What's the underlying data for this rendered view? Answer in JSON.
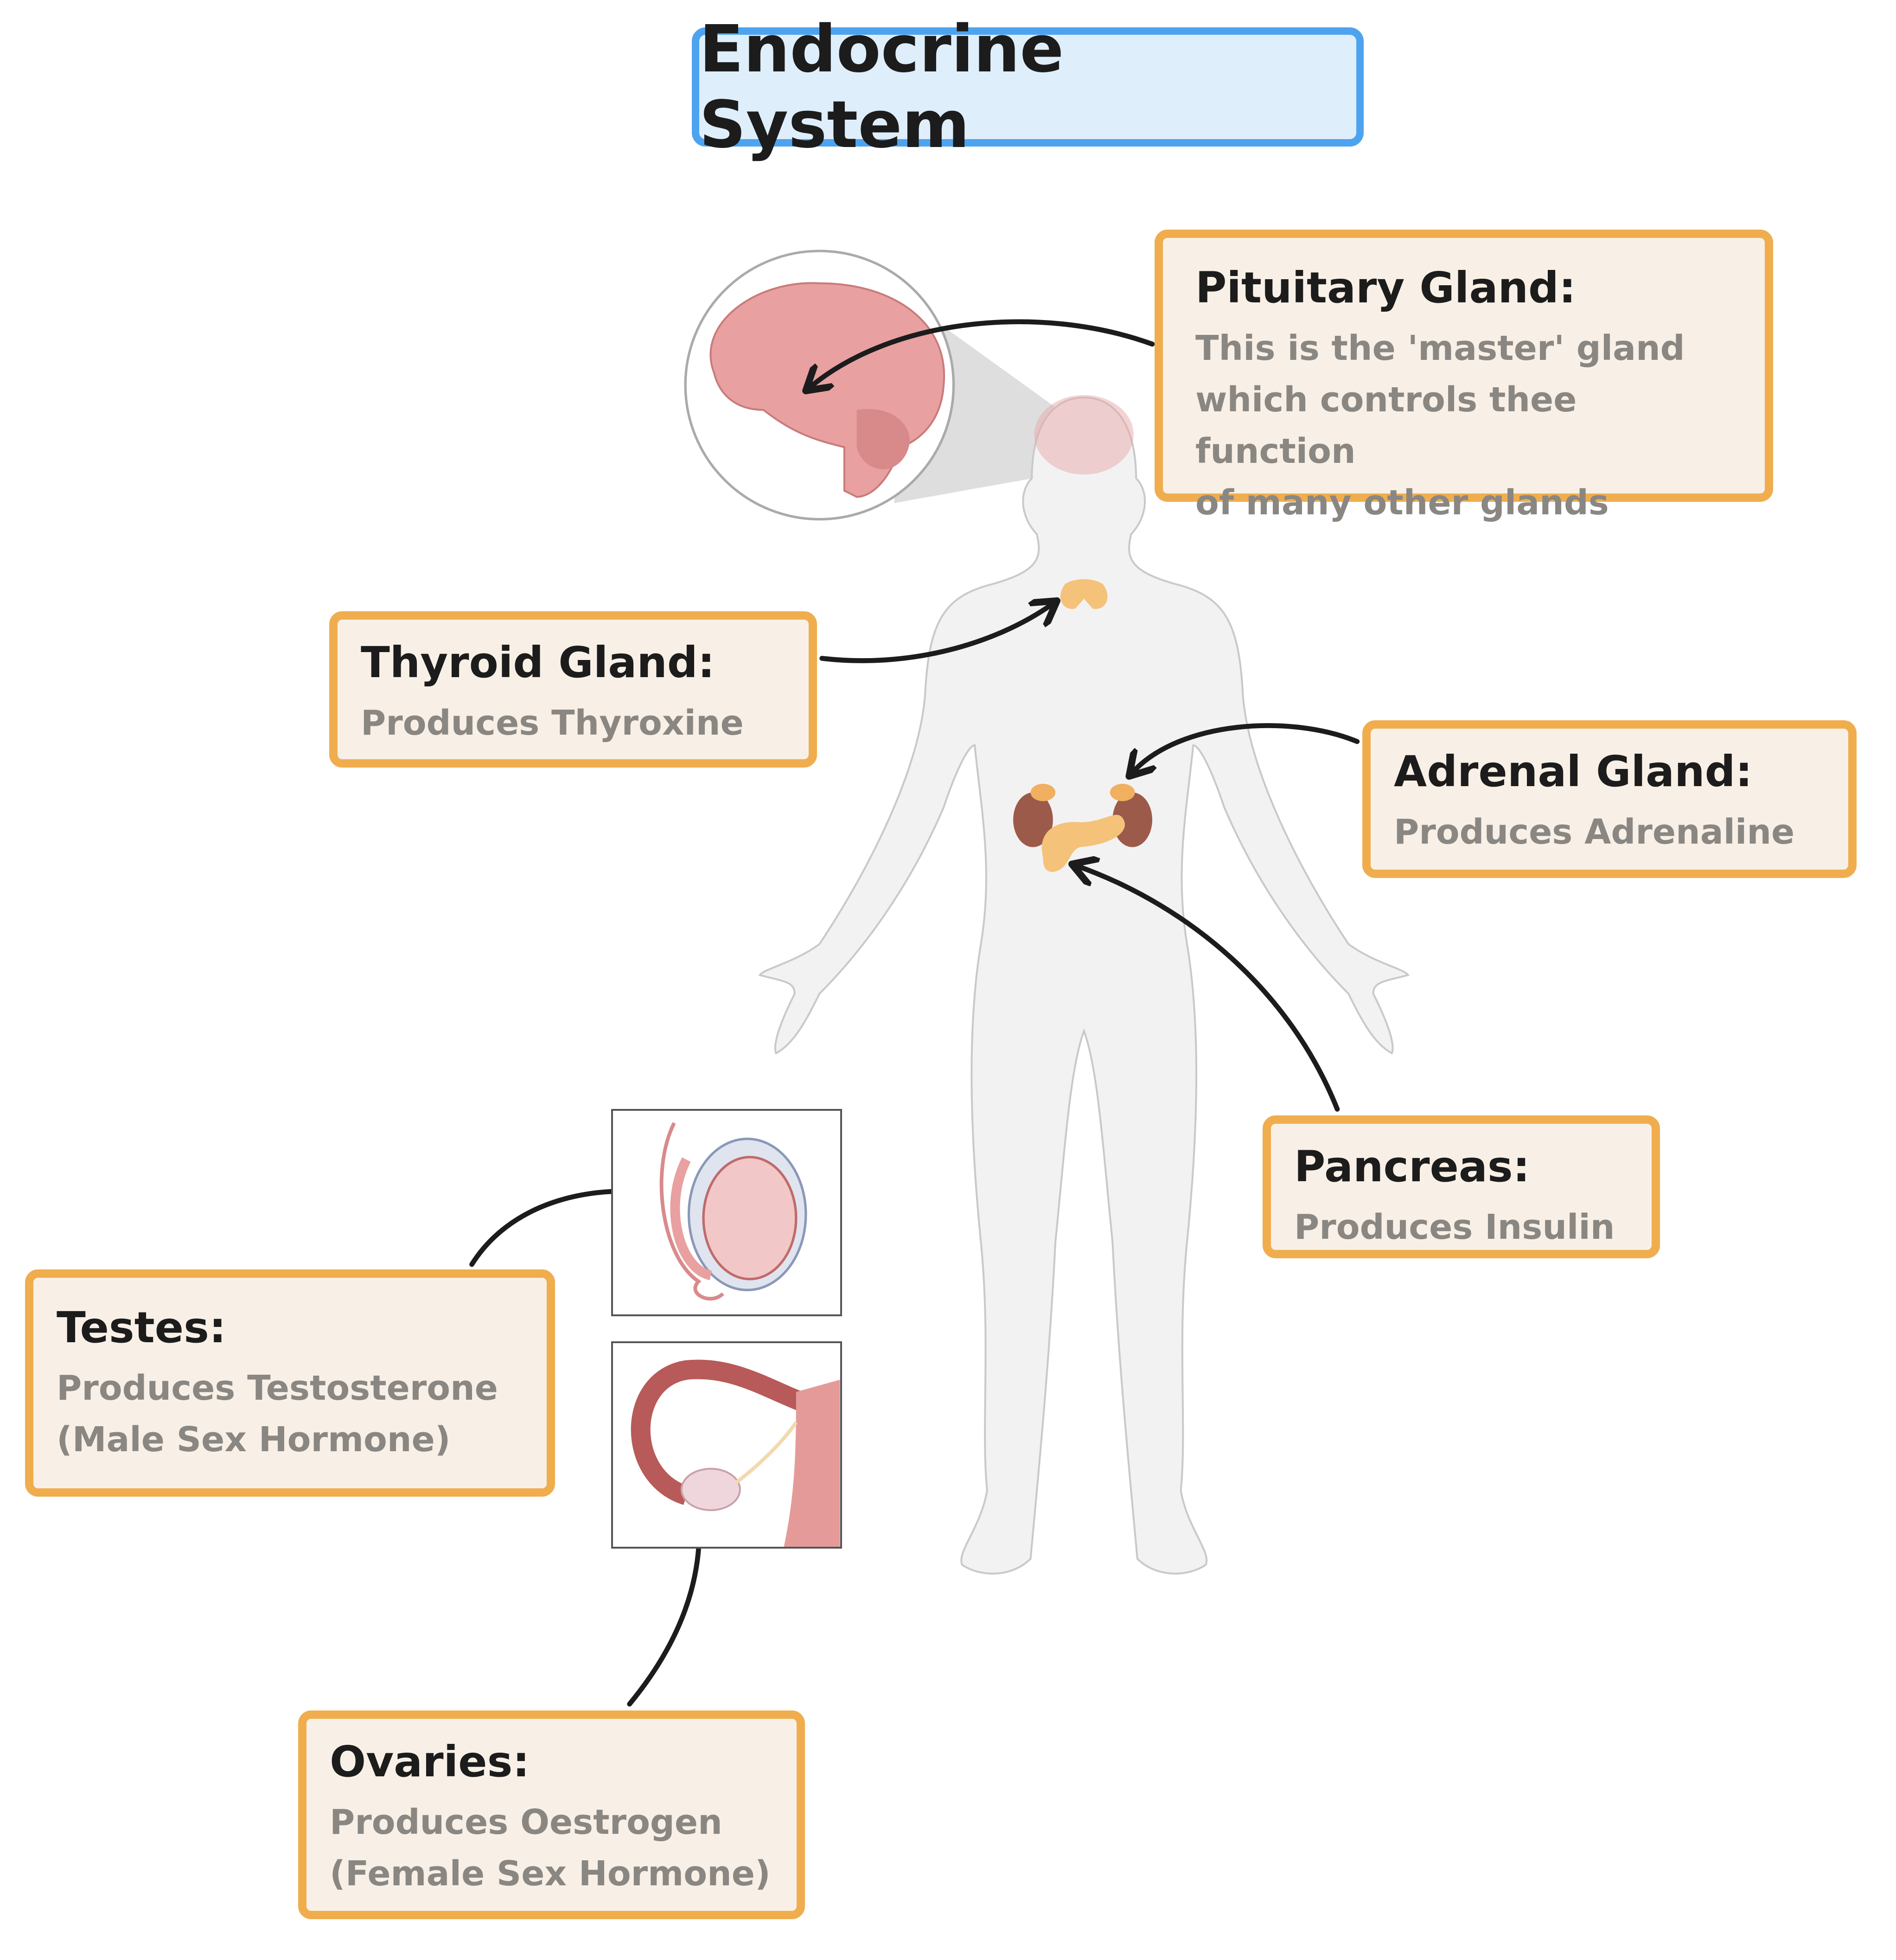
{
  "title": "Endocrine System",
  "glands": {
    "pituitary": {
      "heading": "Pituitary Gland:",
      "lines": [
        "This is the 'master' gland",
        "which controls thee function",
        "of many other glands"
      ]
    },
    "thyroid": {
      "heading": "Thyroid Gland:",
      "lines": [
        "Produces Thyroxine"
      ]
    },
    "adrenal": {
      "heading": "Adrenal Gland:",
      "lines": [
        "Produces Adrenaline"
      ]
    },
    "pancreas": {
      "heading": "Pancreas:",
      "lines": [
        "Produces Insulin"
      ]
    },
    "testes": {
      "heading": "Testes:",
      "lines": [
        "Produces Testosterone",
        "(Male Sex Hormone)"
      ]
    },
    "ovaries": {
      "heading": "Ovaries:",
      "lines": [
        "Produces Oestrogen",
        "(Female Sex Hormone)"
      ]
    }
  },
  "colors": {
    "box_border": "#f0ad4e",
    "box_fill": "#f8f0e6",
    "title_border": "#4ea3ef",
    "title_fill": "#dfeefb"
  }
}
